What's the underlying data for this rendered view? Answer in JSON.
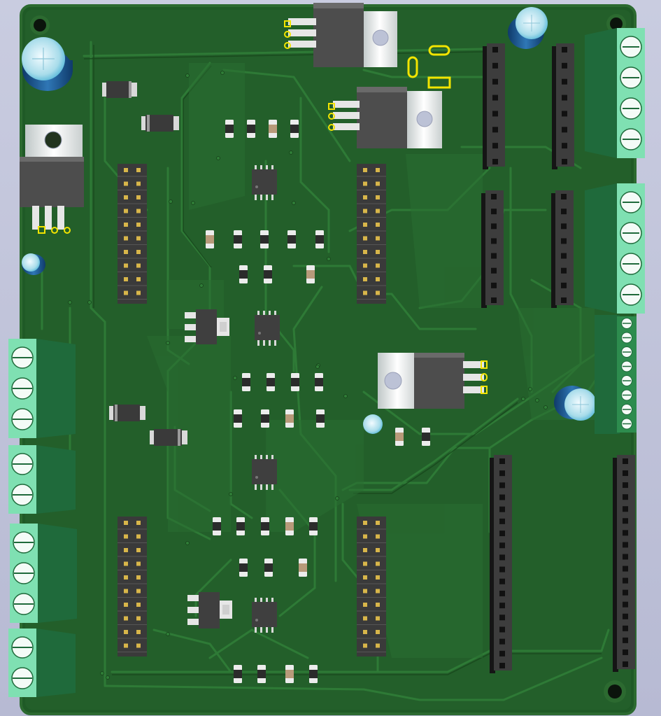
{
  "viewer": {
    "background_top": "#c9cce0",
    "background_bottom": "#b7bad3"
  },
  "board": {
    "name": "pcb-board",
    "solder_mask": "#1f5a26",
    "solder_mask_edge": "#2c6a30",
    "trace": "#2d7a36",
    "trace_edge": "#17461b",
    "silk": "#e8e8e8",
    "pad_gold": "#d8b64a",
    "pad_yellow_outline": "#f2e400"
  },
  "components": {
    "electrolytic_capacitors": [
      "large-cap-top-left",
      "large-cap-top-right",
      "large-cap-right",
      "small-cap-left",
      "small-cap-center"
    ],
    "voltage_regulators": [
      "to220-top",
      "to220-upper-right",
      "to220-left",
      "to220-center-right"
    ],
    "sot223_regulators": [
      "sot223-mid-left",
      "sot223-bottom-left"
    ],
    "soic8_ics": [
      "ic-1",
      "ic-2",
      "ic-3",
      "ic-4"
    ],
    "diodes": [
      "diode-1",
      "diode-2",
      "diode-3",
      "diode-4"
    ],
    "terminal_blocks": [
      "terminal-right-top",
      "terminal-right-mid",
      "terminal-left-1",
      "terminal-left-2",
      "terminal-left-3",
      "terminal-left-4"
    ],
    "pin_headers": [
      "header-2x10-left-top",
      "header-2x10-center-top",
      "header-2x10-left-bottom",
      "header-2x10-center-bottom"
    ],
    "socket_headers": [
      "socket-top-1",
      "socket-top-2",
      "socket-mid-1",
      "socket-mid-2",
      "socket-long-1",
      "socket-long-2"
    ],
    "jst_connector": "jst-8pin-right"
  }
}
